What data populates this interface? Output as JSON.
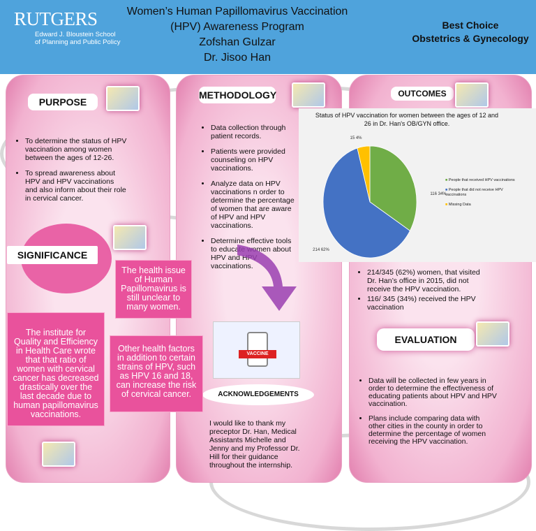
{
  "header": {
    "logo": "RUTGERS",
    "school": [
      "Edward J. Bloustein School",
      "of Planning and Public Policy"
    ],
    "title": [
      "Women’s Human Papillomavirus Vaccination",
      "(HPV) Awareness Program",
      "Zofshan Gulzar",
      "Dr. Jisoo Han"
    ],
    "org": [
      "Best Choice",
      "Obstetrics & Gynecology"
    ]
  },
  "purpose": {
    "heading": "PURPOSE",
    "bullets": [
      "To determine the status of HPV vaccination among women between the ages of 12-26.",
      "To spread awareness about HPV and HPV vaccinations and also inform about their role in cervical cancer."
    ]
  },
  "significance": {
    "heading": "SIGNIFICANCE",
    "box1": "The health issue of Human Papillomavirus is still unclear to many women.",
    "box2": "The institute for Quality and Efficiency in Health Care wrote that that ratio of women with cervical cancer has decreased drastically over the last decade due to human papillomavirus vaccinations.",
    "box3": "Other health factors in addition to certain strains of HPV, such as HPV 16 and 18, can increase the risk of cervical cancer."
  },
  "methodology": {
    "heading": "METHODOLOGY",
    "bullets": [
      "Data collection through patient records.",
      "Patients were provided counseling on HPV vaccinations.",
      "Analyze data on HPV vaccinations n order to determine the percentage of women that are aware of HPV and HPV vaccinations.",
      "Determine effective tools to educate women about HPV and HPV vaccinations."
    ],
    "image_label": "VACCINE"
  },
  "acknowledgements": {
    "heading": "ACKNOWLEDGEMENTS",
    "text": "I would like to thank my preceptor Dr. Han, Medical Assistants Michelle and Jenny and my Professor Dr. Hill for their guidance throughout the internship."
  },
  "outcomes": {
    "heading": "OUTCOMES",
    "bullets": [
      "214/345 (62%) women, that visited Dr. Han’s office in 2015, did not receive the HPV vaccination.",
      "116/ 345 (34%) received the HPV vaccination"
    ]
  },
  "evaluation": {
    "heading": "EVALUATION",
    "bullets": [
      "Data will be collected in few years in order to determine the effectiveness of educating patients about HPV and HPV vaccination.",
      "Plans include comparing data with other cities in the county in order to determine the percentage of women receiving the HPV vaccination."
    ]
  },
  "chart_data": {
    "type": "pie",
    "title": "Status of HPV vaccination for women between the ages of 12 and 26 in Dr. Han's OB/GYN office.",
    "slices": [
      {
        "name": "People that received HPV vaccinations",
        "value": 116,
        "label": "116",
        "pct": "34%",
        "color": "#70ad47"
      },
      {
        "name": "People that did not receive HPV vaccinations",
        "value": 214,
        "label": "214",
        "pct": "62%",
        "color": "#4472c4"
      },
      {
        "name": "Missing Data",
        "value": 15,
        "label": "15",
        "pct": "4%",
        "color": "#ffc000"
      }
    ],
    "legend": "right"
  }
}
